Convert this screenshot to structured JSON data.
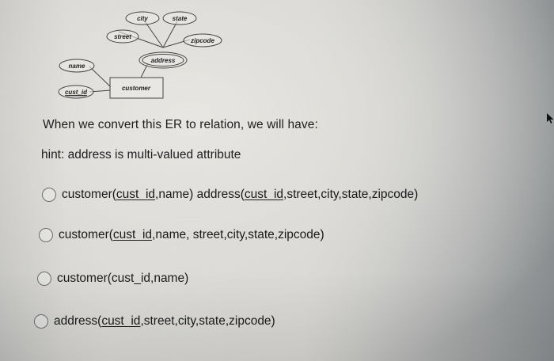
{
  "er_diagram": {
    "entity": "customer",
    "attributes": {
      "name": "name",
      "cust_id": "cust_id",
      "address": "address",
      "street": "street",
      "city": "city",
      "state": "state",
      "zipcode": "zipcode"
    }
  },
  "question": {
    "text": "When we convert this ER to relation, we will have:",
    "hint": "hint: address is multi-valued attribute"
  },
  "options": [
    {
      "parts": [
        "customer(",
        "cust_id",
        ",name) address(",
        "cust_id",
        ",street,city,state,zipcode)"
      ],
      "selected": false
    },
    {
      "parts": [
        "customer(",
        "cust_id",
        ",name, street,city,state,zipcode)"
      ],
      "selected": false
    },
    {
      "parts": [
        "customer(cust_id,name)"
      ],
      "selected": false
    },
    {
      "parts": [
        "address(",
        "cust_id",
        ",street,city,state,zipcode)"
      ],
      "selected": false
    }
  ],
  "icons": {
    "cursor": "mouse-pointer-icon",
    "radio": "radio-button-unchecked-icon"
  }
}
